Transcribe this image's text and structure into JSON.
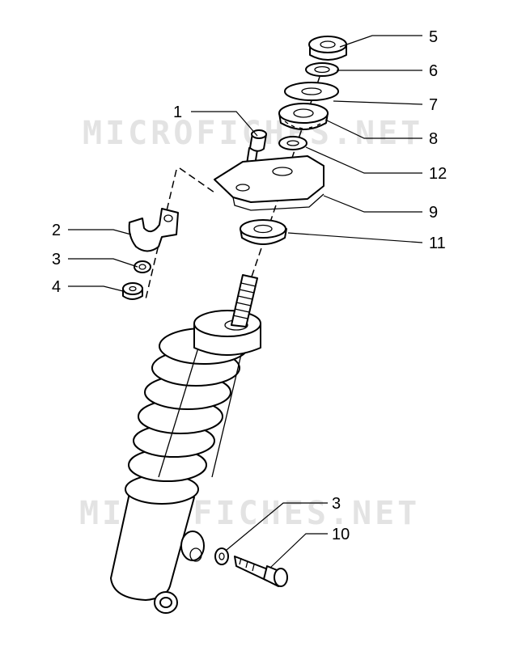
{
  "watermark": {
    "text": "MICROFICHES.NET"
  },
  "callouts": [
    {
      "id": "1",
      "label": "1"
    },
    {
      "id": "2",
      "label": "2"
    },
    {
      "id": "3a",
      "label": "3"
    },
    {
      "id": "4",
      "label": "4"
    },
    {
      "id": "5",
      "label": "5"
    },
    {
      "id": "6",
      "label": "6"
    },
    {
      "id": "7",
      "label": "7"
    },
    {
      "id": "8",
      "label": "8"
    },
    {
      "id": "12",
      "label": "12"
    },
    {
      "id": "9",
      "label": "9"
    },
    {
      "id": "11",
      "label": "11"
    },
    {
      "id": "3b",
      "label": "3"
    },
    {
      "id": "10",
      "label": "10"
    }
  ]
}
